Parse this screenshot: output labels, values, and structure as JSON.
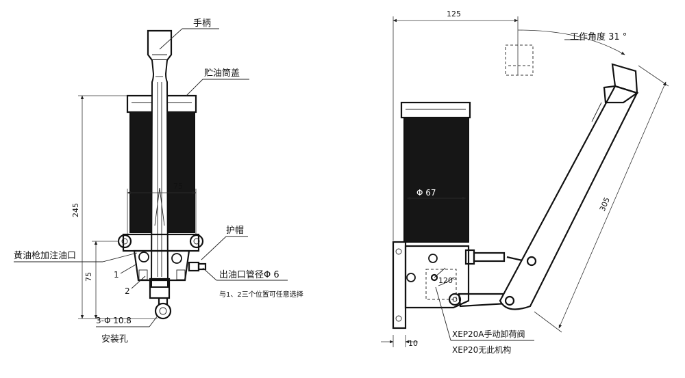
{
  "front_view": {
    "labels": {
      "handle": "手柄",
      "reservoir_cover": "贮油筒盖",
      "cap": "护帽",
      "grease_fill_port": "黄油枪加注油口",
      "outlet_pipe": "出油口管径Φ 6",
      "outlet_note": "与1、2三个位置可任意选择",
      "mount_holes_spec": "3-Φ 10.8",
      "mount_holes": "安装孔",
      "pos1": "1",
      "pos2": "2"
    },
    "dimensions": {
      "height_total": "245",
      "width": "75",
      "height_base": "75"
    }
  },
  "side_view": {
    "labels": {
      "working_angle": "工作角度 31 °",
      "valve_xep20a": "XEP20A手动卸荷阀",
      "valve_xep20": "XEP20无此机构",
      "angle_120": "120°"
    },
    "dimensions": {
      "width_top": "125",
      "diameter": "Φ 67",
      "handle_length": "305",
      "base_thickness": "10"
    }
  }
}
